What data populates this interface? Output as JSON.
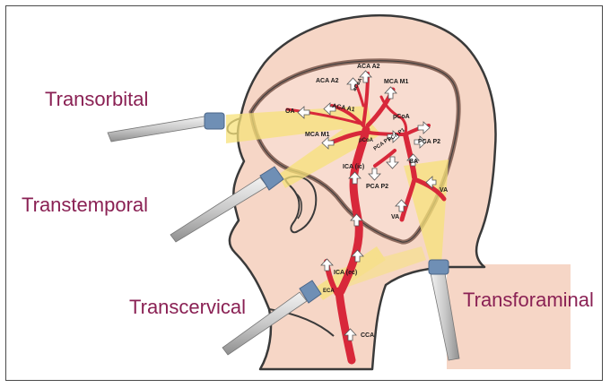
{
  "approaches": {
    "transorbital": "Transorbital",
    "transtemporal": "Transtemporal",
    "transcervical": "Transcervical",
    "transforaminal": "Transforaminal"
  },
  "vessels": {
    "aca_a2_top": "ACA A2",
    "aca_a2": "ACA A2",
    "mca_m1_top": "MCA M1",
    "acoa": "aCoA",
    "pcoa_top": "pCoA",
    "oa": "OA",
    "aca_a1": "ACA A1",
    "pca_p1_a": "PCA P1",
    "pca_p2_right": "PCA P2",
    "mca_m1": "MCA M1",
    "pcoa": "pCoA",
    "pca_p1_b": "PCA P1",
    "ica_ic": "ICA (ic)",
    "ba": "BA",
    "pca_p2": "PCA P2",
    "va_right": "VA",
    "va_left": "VA",
    "ica_ec": "ICA (ec)",
    "eca": "ECA",
    "cca": "CCA"
  },
  "colors": {
    "skin": "#f6d6c6",
    "outline": "#3a3a3a",
    "skull": "#8d6b5f",
    "artery": "#d8283a",
    "beam": "#f7e27a",
    "label": "#8a2154"
  }
}
